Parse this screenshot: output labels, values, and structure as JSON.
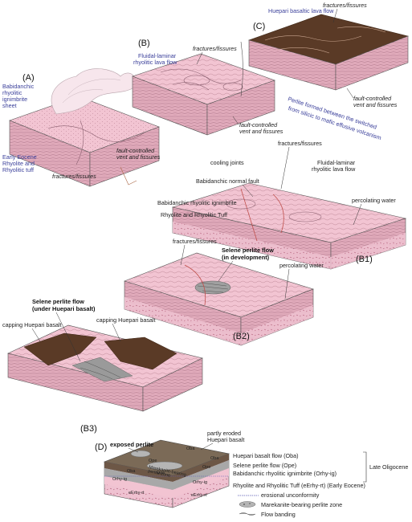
{
  "colors": {
    "pink_top": "#f2c4d2",
    "pink_side": "#e7a9bd",
    "pink_light": "#f7dde5",
    "brown": "#5a3a26",
    "brown_dark": "#3d2718",
    "grey": "#9a9a9a",
    "blue_text": "#3a3f9a"
  },
  "panels": {
    "a": "(A)",
    "b": "(B)",
    "c": "(C)",
    "b1": "(B1)",
    "b2": "(B2)",
    "b3": "(B3)",
    "d": "(D)"
  },
  "a": {
    "ignimbrite": [
      "Babidanchic",
      "rhyolitic",
      "ignimbrite",
      "sheet"
    ],
    "eocene": [
      "Early Eocene",
      "Rhyolite and",
      "Rhyolitic tuff"
    ],
    "vent": [
      "fault-controlled",
      "vent and fissures"
    ],
    "fractures": "fractures/fissures"
  },
  "b": {
    "lava": [
      "Fluidal-laminar",
      "rhyolitic lava flow"
    ],
    "fractures": "fractures/fissures",
    "vent": [
      "fault-controlled",
      "vent and fissures"
    ]
  },
  "c": {
    "basalt": "Huepari basaltic lava flow",
    "fractures": "fractures/fissures",
    "vent": [
      "fault-controlled",
      "vent and fissures"
    ],
    "perlite_note": [
      "Perlite formed between the switched",
      "from silicic to mafic effusive volcanism"
    ]
  },
  "b1": {
    "fractures": "fractures/fissures",
    "cooling": "cooling joints",
    "lava": [
      "Fluidal-laminar",
      "rhyolitic lava flow"
    ],
    "fault": "Babidanchic normal fault",
    "ignimbrite": "Babidanchic rhyolitic ignimbrite",
    "tuff": "Rhyolite and Rhyolitic Tuff",
    "water": "percolating water"
  },
  "b2": {
    "fractures": "fractures/fissures",
    "selene": [
      "Selene perlite flow",
      "(in development)"
    ],
    "water": "percolating water"
  },
  "b3": {
    "selene": [
      "Selene perlite flow",
      "(under Huepari basalt)"
    ],
    "capping1": "capping Huepari basalt",
    "capping2": "capping Huepari basalt"
  },
  "d": {
    "exposed": "exposed perlite",
    "eroded": [
      "partly eroded",
      "Huepari basalt"
    ],
    "codes": [
      "Oba",
      "Oba",
      "Ope",
      "Ope",
      "Orhy-ig",
      "Orhy-ig",
      "eErhy-rt",
      "eErhy-rt",
      "Oba",
      "Ope"
    ],
    "inner_label": [
      "Marekanite-bearing",
      "perlite zone"
    ],
    "legend": [
      "Huepari basalt flow (Oba)",
      "Selene perlite flow (Ope)",
      "Babidanchic rhyolitic ignimbrite (Orhy-ig)",
      "Rhyolite and Rhyolitic Tuff (eErhy-rt) (Early Eocene)"
    ],
    "age": "Late Oligocene",
    "key": [
      "erosional unconformity",
      "Marekanite-bearing perlite zone",
      "Flow banding"
    ]
  }
}
